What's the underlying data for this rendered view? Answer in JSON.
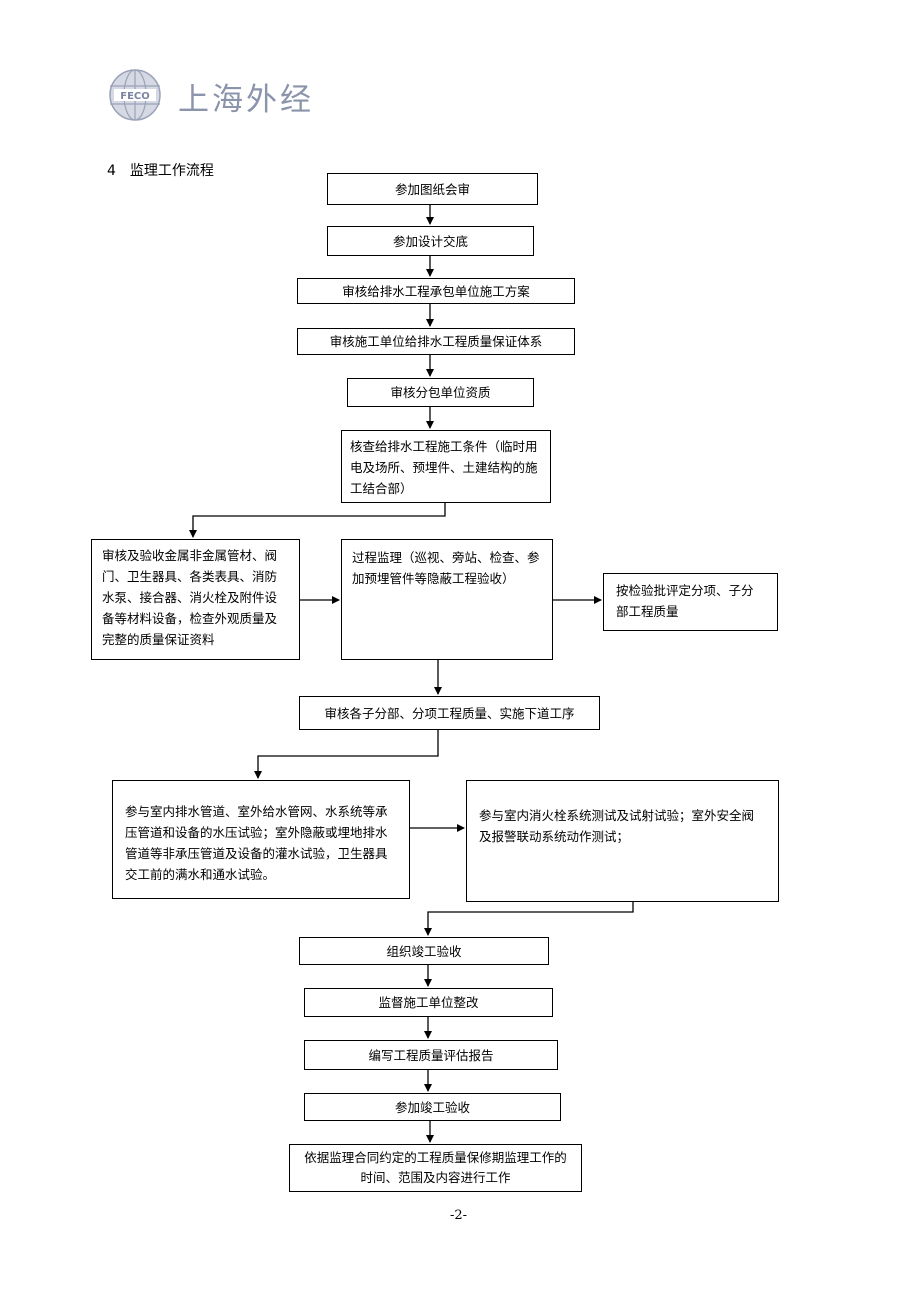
{
  "header": {
    "logo_badge": "FECO",
    "logo_text": "上海外经"
  },
  "section": {
    "number": "4",
    "title": "监理工作流程"
  },
  "flow": {
    "step1": "参加图纸会审",
    "step2": "参加设计交底",
    "step3": "审核给排水工程承包单位施工方案",
    "step4": "审核施工单位给排水工程质量保证体系",
    "step5": "审核分包单位资质",
    "step6": "核查给排水工程施工条件（临时用电及场所、预埋件、土建结构的施工结合部）",
    "materials": "审核及验收金属非金属管材、阀门、卫生器具、各类表具、消防水泵、接合器、消火栓及附件设备等材料设备，检查外观质量及完整的质量保证资料",
    "process": "过程监理（巡视、旁站、检查、参加预埋管件等隐蔽工程验收）",
    "inspection": "按检验批评定分项、子分部工程质量",
    "review_sub": "审核各子分部、分项工程质量、实施下道工序",
    "pressure_test": "参与室内排水管道、室外给水管网、水系统等承压管道和设备的水压试验；室外隐蔽或埋地排水管道等非承压管道及设备的灌水试验，卫生器具交工前的满水和通水试验。",
    "fire_test": "参与室内消火栓系统测试及试射试验；室外安全阀及报警联动系统动作测试；",
    "step_acceptance": "组织竣工验收",
    "step_rectify": "监督施工单位整改",
    "step_report": "编写工程质量评估报告",
    "step_join": "参加竣工验收",
    "step_final": "依据监理合同约定的工程质量保修期监理工作的时间、范围及内容进行工作"
  },
  "footer": {
    "page": "-2-"
  }
}
